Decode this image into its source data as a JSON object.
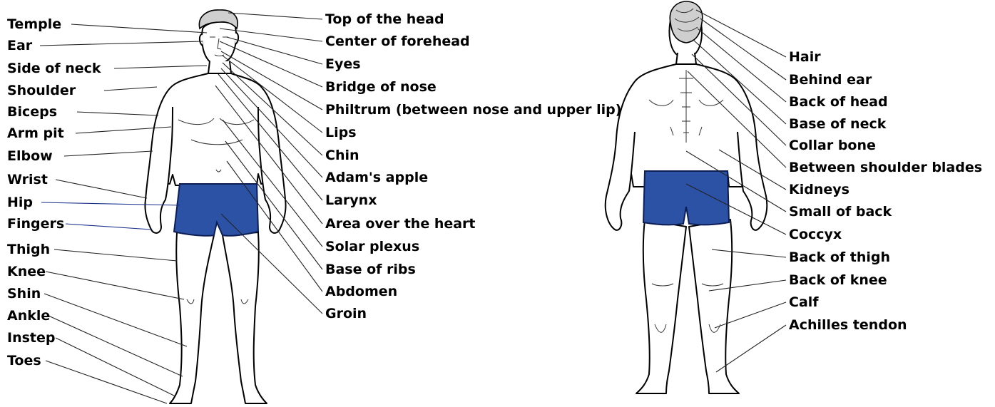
{
  "colors": {
    "shorts": "#2c52a6",
    "shorts_outline": "#0d1e55",
    "leader_blue": "#1a2f8a"
  },
  "front": {
    "left_labels": [
      {
        "id": "temple",
        "text": "Temple"
      },
      {
        "id": "ear",
        "text": "Ear"
      },
      {
        "id": "side-of-neck",
        "text": "Side of neck"
      },
      {
        "id": "shoulder",
        "text": "Shoulder"
      },
      {
        "id": "biceps",
        "text": "Biceps"
      },
      {
        "id": "arm-pit",
        "text": "Arm pit"
      },
      {
        "id": "elbow",
        "text": "Elbow"
      },
      {
        "id": "wrist",
        "text": "Wrist"
      },
      {
        "id": "hip",
        "text": "Hip"
      },
      {
        "id": "fingers",
        "text": "Fingers"
      },
      {
        "id": "thigh",
        "text": "Thigh"
      },
      {
        "id": "knee",
        "text": "Knee"
      },
      {
        "id": "shin",
        "text": "Shin"
      },
      {
        "id": "ankle",
        "text": "Ankle"
      },
      {
        "id": "instep",
        "text": "Instep"
      },
      {
        "id": "toes",
        "text": "Toes"
      }
    ],
    "right_labels": [
      {
        "id": "top-of-the-head",
        "text": "Top of the head"
      },
      {
        "id": "center-of-forehead",
        "text": "Center of forehead"
      },
      {
        "id": "eyes",
        "text": "Eyes"
      },
      {
        "id": "bridge-of-nose",
        "text": "Bridge of nose"
      },
      {
        "id": "philtrum",
        "text": "Philtrum (between nose and upper lip)"
      },
      {
        "id": "lips",
        "text": "Lips"
      },
      {
        "id": "chin",
        "text": "Chin"
      },
      {
        "id": "adams-apple",
        "text": "Adam's apple"
      },
      {
        "id": "larynx",
        "text": "Larynx"
      },
      {
        "id": "area-over-the-heart",
        "text": "Area over the heart"
      },
      {
        "id": "solar-plexus",
        "text": "Solar plexus"
      },
      {
        "id": "base-of-ribs",
        "text": "Base of ribs"
      },
      {
        "id": "abdomen",
        "text": "Abdomen"
      },
      {
        "id": "groin",
        "text": "Groin"
      }
    ]
  },
  "back": {
    "labels": [
      {
        "id": "hair",
        "text": "Hair"
      },
      {
        "id": "behind-ear",
        "text": "Behind ear"
      },
      {
        "id": "back-of-head",
        "text": "Back of head"
      },
      {
        "id": "base-of-neck",
        "text": "Base of neck"
      },
      {
        "id": "collar-bone",
        "text": "Collar bone"
      },
      {
        "id": "between-shoulder-blades",
        "text": "Between shoulder blades"
      },
      {
        "id": "kidneys",
        "text": "Kidneys"
      },
      {
        "id": "small-of-back",
        "text": "Small of back"
      },
      {
        "id": "coccyx",
        "text": "Coccyx"
      },
      {
        "id": "back-of-thigh",
        "text": "Back of thigh"
      },
      {
        "id": "back-of-knee",
        "text": "Back of knee"
      },
      {
        "id": "calf",
        "text": "Calf"
      },
      {
        "id": "achilles-tendon",
        "text": "Achilles tendon"
      }
    ]
  }
}
